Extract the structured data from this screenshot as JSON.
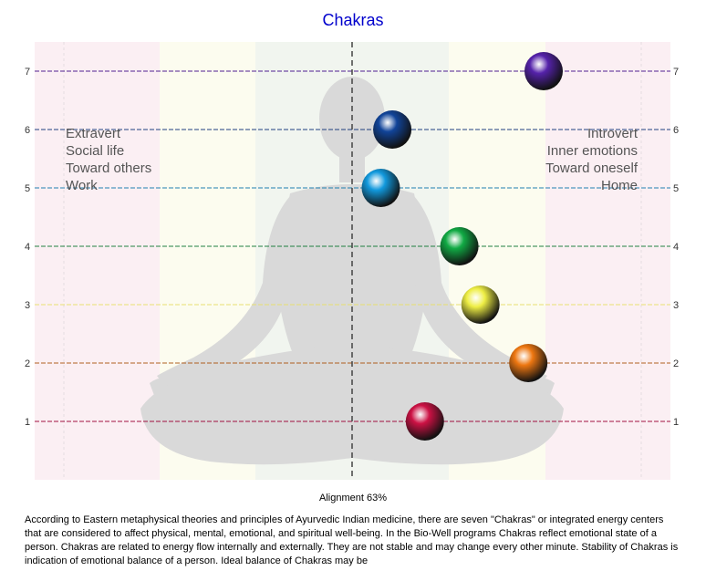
{
  "chart_data": {
    "type": "scatter",
    "title": "Chakras",
    "ylim": [
      0,
      7.5
    ],
    "y_ticks": [
      "1",
      "2",
      "3",
      "4",
      "5",
      "6",
      "7"
    ],
    "xlim": [
      -1,
      1
    ],
    "points": [
      {
        "level": 1,
        "x": 0.38,
        "color": "#cc1144",
        "line_color": "#a01040"
      },
      {
        "level": 2,
        "x": 0.92,
        "color": "#ee7711",
        "line_color": "#b06020"
      },
      {
        "level": 3,
        "x": 0.67,
        "color": "#eeee44",
        "line_color": "#e8e070"
      },
      {
        "level": 4,
        "x": 0.56,
        "color": "#11aa44",
        "line_color": "#208040"
      },
      {
        "level": 5,
        "x": 0.15,
        "color": "#1199dd",
        "line_color": "#2080b0"
      },
      {
        "level": 6,
        "x": 0.21,
        "color": "#114499",
        "line_color": "#204080"
      },
      {
        "level": 7,
        "x": 1.0,
        "color": "#5522aa",
        "line_color": "#502090"
      }
    ],
    "background_colors": {
      "outer": "#fbeff3",
      "middle": "#fcfcef",
      "inner": "#f1f5ef",
      "silhouette": "#d9d9d9"
    }
  },
  "left_labels": [
    "Extravert",
    "Social life",
    "Toward others",
    "Work"
  ],
  "right_labels": [
    "Introvert",
    "Inner emotions",
    "Toward oneself",
    "Home"
  ],
  "alignment": "Alignment 63%",
  "description": "According to Eastern metaphysical theories and principles of Ayurvedic Indian medicine, there are seven \"Chakras\" or integrated energy centers that are considered to affect physical, mental, emotional, and spiritual well-being. In the Bio-Well programs Chakras reflect emotional state of a person. Chakras are related to energy flow internally and externally. They are not stable and may change every other minute. Stability of Chakras is indication of emotional balance of a person. Ideal balance of Chakras may be"
}
